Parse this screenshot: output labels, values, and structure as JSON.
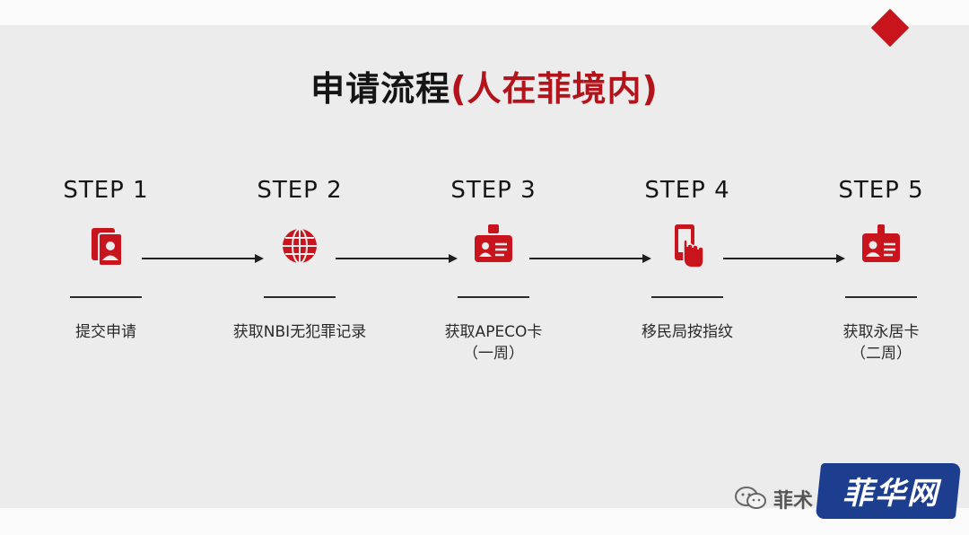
{
  "title": {
    "main": "申请流程",
    "paren": "(人在菲境内)"
  },
  "steps": [
    {
      "label": "STEP 1",
      "desc": "提交申请",
      "sub": "",
      "icon": "document-person-icon"
    },
    {
      "label": "STEP 2",
      "desc": "获取NBI无犯罪记录",
      "sub": "",
      "icon": "globe-icon"
    },
    {
      "label": "STEP 3",
      "desc": "获取APECO卡",
      "sub": "（一周）",
      "icon": "id-card-badge-icon"
    },
    {
      "label": "STEP 4",
      "desc": "移民局按指纹",
      "sub": "",
      "icon": "phone-finger-icon"
    },
    {
      "label": "STEP 5",
      "desc": "获取永居卡",
      "sub": "（二周）",
      "icon": "id-card-icon"
    }
  ],
  "watermark": {
    "wechat_text": "菲术",
    "logo_text": "菲华网"
  },
  "colors": {
    "accent": "#c8141c",
    "logo_blue": "#1d3d8f",
    "text": "#151515"
  }
}
